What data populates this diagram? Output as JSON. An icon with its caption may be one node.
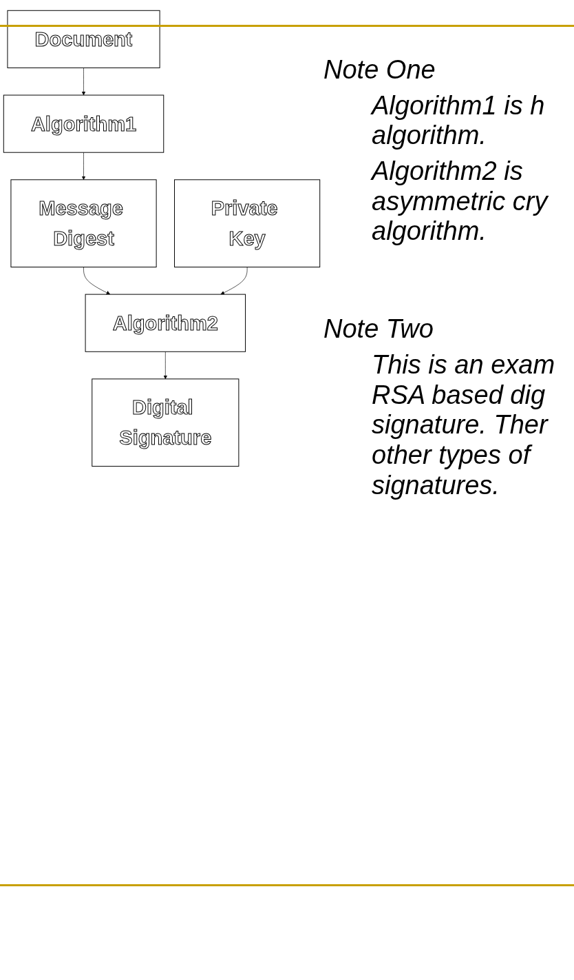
{
  "diagram": {
    "nodes": [
      {
        "text": [
          "Document"
        ]
      },
      {
        "text": [
          "Algorithm1"
        ]
      },
      {
        "text": [
          "Message Digest"
        ]
      },
      {
        "text": [
          "Algorithm2"
        ]
      },
      {
        "text": [
          "Digital Signature"
        ]
      },
      {
        "text": [
          "Private Key"
        ]
      }
    ],
    "edges": [
      {
        "from": 0,
        "to": 1,
        "arrow": "to"
      },
      {
        "from": 1,
        "to": 2,
        "arrow": "to"
      },
      {
        "from": 2,
        "to": 3,
        "arrow": "to"
      },
      {
        "from": 5,
        "to": 3,
        "arrow": "to"
      },
      {
        "from": 3,
        "to": 4,
        "arrow": "to"
      }
    ],
    "labels": [
      "Note One",
      "Algorithm1 is h algorithm.",
      "Algorithm2 is asymmetric cry algorithm.",
      "Note Two",
      "This is an exam RSA based dig signature. Ther other types of signatures."
    ]
  }
}
